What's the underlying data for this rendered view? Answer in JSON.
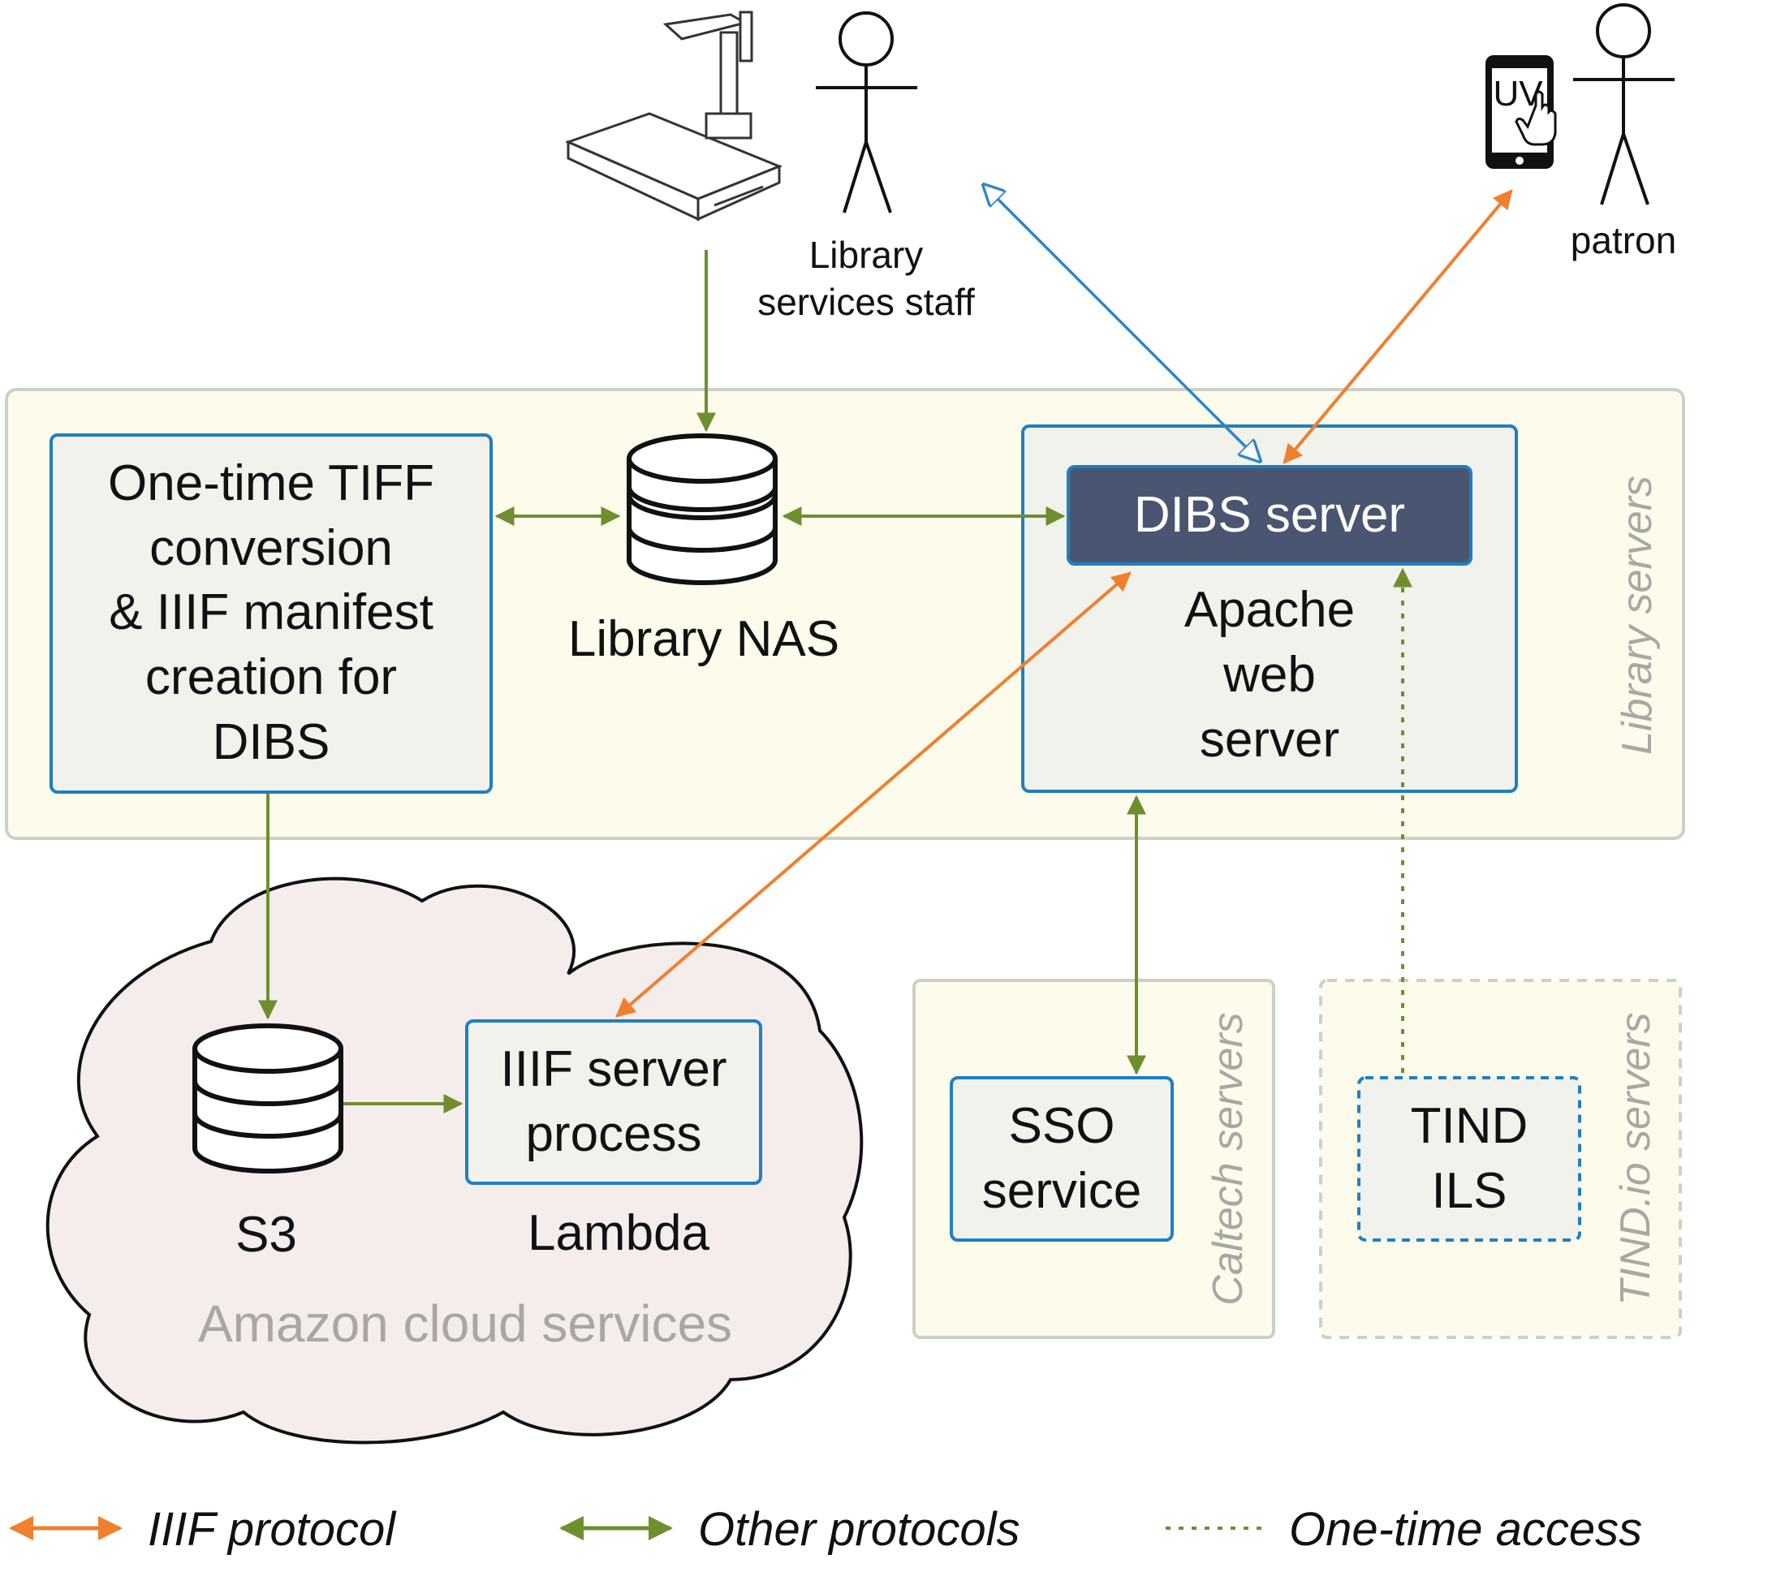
{
  "actors": {
    "staff_label_line1": "Library",
    "staff_label_line2": "services staff",
    "patron_label": "patron",
    "tablet_text": "UV"
  },
  "zones": {
    "library_servers": "Library servers",
    "caltech_servers": "Caltech servers",
    "tind_servers": "TIND.io servers",
    "amazon_cloud": "Amazon cloud services"
  },
  "nodes": {
    "tiff_conversion": [
      "One-time TIFF",
      "conversion",
      "& IIIF manifest",
      "creation for",
      "DIBS"
    ],
    "library_nas": "Library NAS",
    "dibs_server": "DIBS server",
    "apache": [
      "Apache",
      "web",
      "server"
    ],
    "s3": "S3",
    "iiif_server": [
      "IIIF server",
      "process"
    ],
    "lambda": "Lambda",
    "sso": [
      "SSO",
      "service"
    ],
    "tind": [
      "TIND",
      "ILS"
    ]
  },
  "legend": {
    "iiif": "IIIF protocol",
    "other": "Other protocols",
    "onetime": "One-time access"
  },
  "colors": {
    "iiif_orange": "#f07f2e",
    "other_green": "#6e8f2e",
    "staff_blue": "#2e86c8",
    "box_border_blue": "#1f7fc0",
    "dibs_fill": "#4a5571",
    "zone_fill": "#fdfbec",
    "cloud_fill": "#f5ecec"
  }
}
